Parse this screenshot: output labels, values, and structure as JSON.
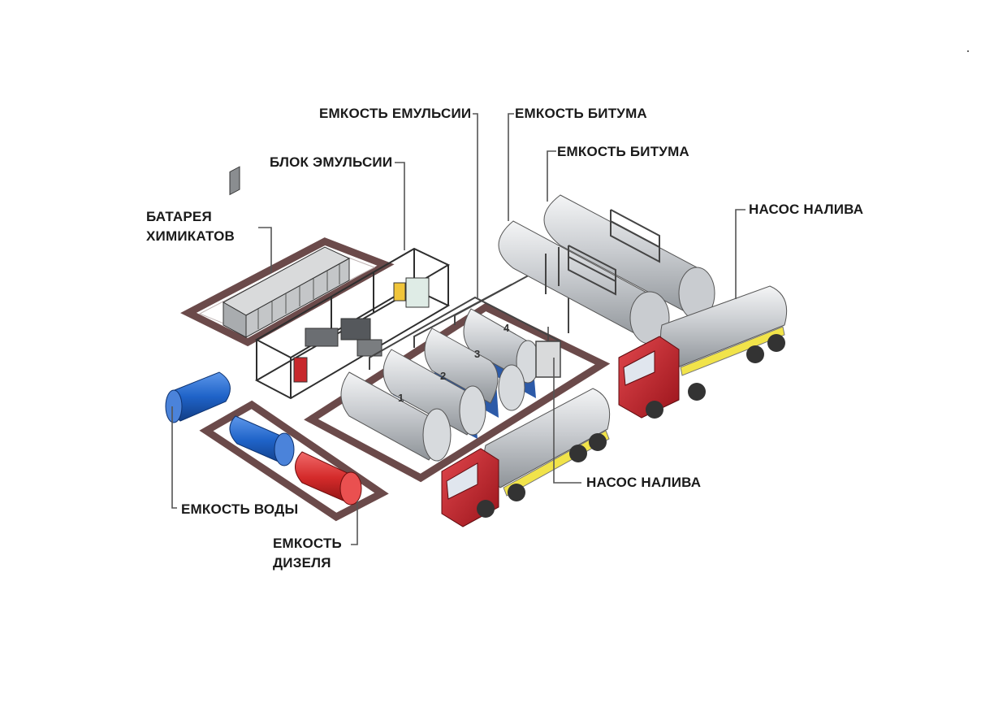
{
  "labels": {
    "emulsion_tank": "ЕМКОСТЬ ЕМУЛЬСИИ",
    "bitumen_tank_1": "ЕМКОСТЬ БИТУМА",
    "bitumen_tank_2": "ЕМКОСТЬ БИТУМА",
    "emulsion_block": "БЛОК ЭМУЛЬСИИ",
    "chem_battery_line1": "БАТАРЕЯ",
    "chem_battery_line2": "ХИМИКАТОВ",
    "loading_pump_top": "НАСОС НАЛИВА",
    "loading_pump_bottom": "НАСОС НАЛИВА",
    "water_tank": "ЕМКОСТЬ ВОДЫ",
    "diesel_tank_line1": "ЕМКОСТЬ",
    "diesel_tank_line2": "ДИЗЕЛЯ"
  },
  "tank_numbers": [
    "1",
    "2",
    "3",
    "4"
  ],
  "colors": {
    "truck_cab": "#c8242c",
    "tanker_body": "#b9bcc0",
    "tanker_stripe": "#f1e34a",
    "water_tank": "#1f63c8",
    "diesel_tank": "#d42a2a",
    "emulsion_frame": "#2c5aa8",
    "platform_outline": "#6b4a4a",
    "leader_line": "#555555"
  }
}
